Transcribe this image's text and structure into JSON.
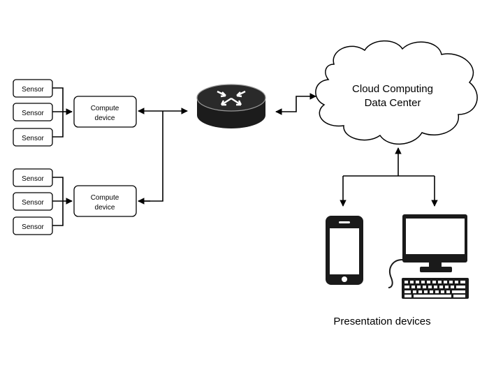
{
  "sensor_groups": [
    {
      "sensors": [
        "Sensor",
        "Sensor",
        "Sensor"
      ],
      "compute_device": [
        "Compute",
        "device"
      ]
    },
    {
      "sensors": [
        "Sensor",
        "Sensor",
        "Sensor"
      ],
      "compute_device": [
        "Compute",
        "device"
      ]
    }
  ],
  "router": {
    "icon": "router-icon"
  },
  "cloud": {
    "lines": [
      "Cloud Computing",
      "Data Center"
    ]
  },
  "presentation": {
    "label": "Presentation devices",
    "devices": [
      {
        "icon": "smartphone-icon"
      },
      {
        "icon": "desktop-computer-icon"
      }
    ]
  },
  "colors": {
    "stroke": "#000000",
    "router_body": "#1c1c1c",
    "device_fill": "#1a1a1a",
    "background": "#ffffff"
  }
}
